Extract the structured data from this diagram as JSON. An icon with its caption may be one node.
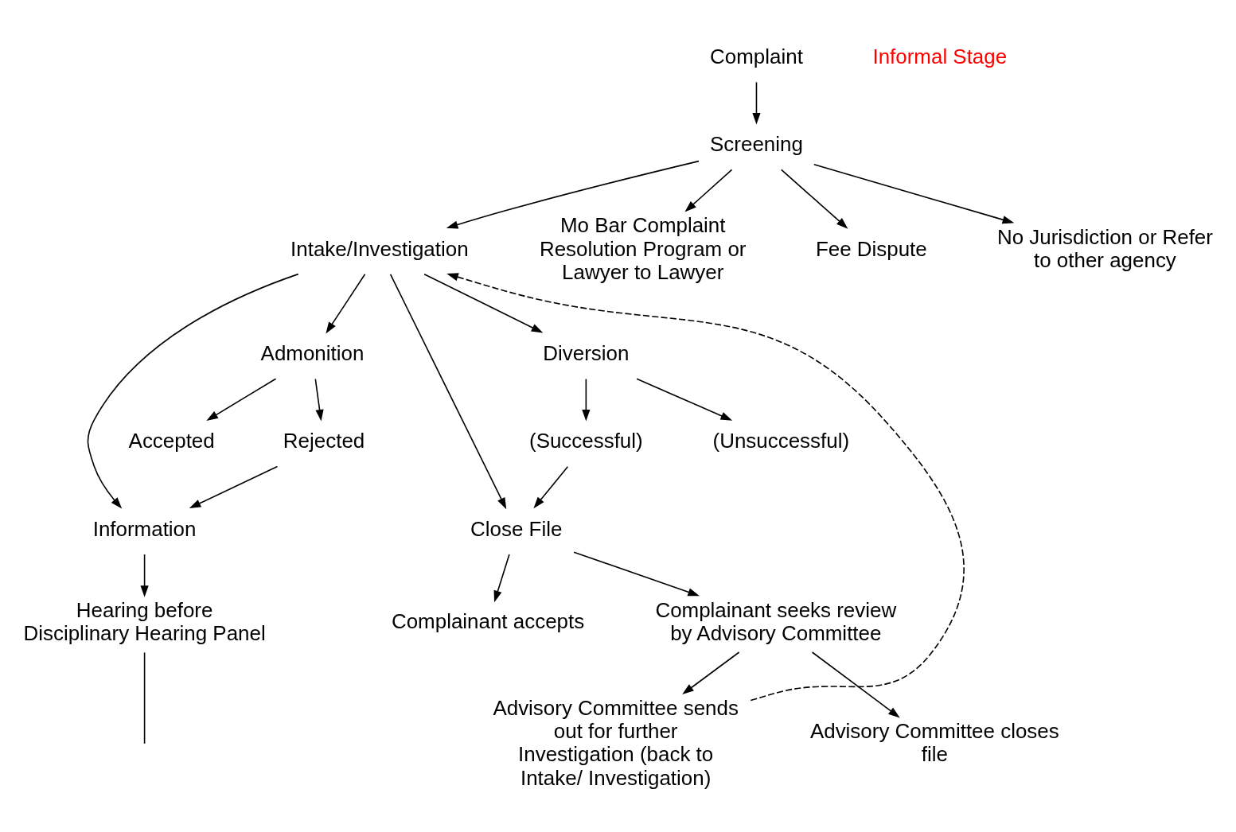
{
  "diagram": {
    "nodes": [
      {
        "text": [
          "Complaint"
        ]
      },
      {
        "text": [
          "Screening"
        ]
      },
      {
        "text": [
          "Intake/Investigation"
        ]
      },
      {
        "text": [
          "Mo Bar Complaint Resolution Program or Lawyer to Lawyer"
        ]
      },
      {
        "text": [
          "Fee Dispute"
        ]
      },
      {
        "text": [
          "No Jurisdiction or Refer to other agency"
        ]
      },
      {
        "text": [
          "Diversion"
        ]
      },
      {
        "text": [
          "(Unsuccessful)"
        ]
      },
      {
        "text": [
          "(Successful)"
        ]
      },
      {
        "text": [
          "Information"
        ]
      },
      {
        "text": [
          "Admonition"
        ]
      },
      {
        "text": [
          "Close File"
        ]
      },
      {
        "text": [
          "Rejected"
        ]
      },
      {
        "text": [
          "Accepted"
        ]
      },
      {
        "text": [
          "Complainant accepts"
        ]
      },
      {
        "text": [
          "Complainant seeks review by Advisory Committee"
        ]
      },
      {
        "text": [
          "Advisory Committee closes file"
        ]
      },
      {
        "text": [
          "Advisory Committee sends out for further Investigation (back to Intake/ Investigation)"
        ]
      },
      {
        "text": [
          "Hearing before Disciplinary Hearing Panel"
        ]
      }
    ],
    "edges": [
      {
        "from": 0,
        "to": 1,
        "arrow": "to"
      },
      {
        "from": 1,
        "to": 2,
        "arrow": "to"
      },
      {
        "from": 1,
        "to": 3,
        "arrow": "to"
      },
      {
        "from": 1,
        "to": 4,
        "arrow": "to"
      },
      {
        "from": 1,
        "to": 5,
        "arrow": "to"
      },
      {
        "from": 2,
        "to": 6,
        "arrow": "to"
      },
      {
        "from": 6,
        "to": 7,
        "arrow": "to"
      },
      {
        "from": 6,
        "to": 8,
        "arrow": "to"
      },
      {
        "from": 2,
        "to": 9,
        "arrow": "to"
      },
      {
        "from": 2,
        "to": 10,
        "arrow": "to"
      },
      {
        "from": 2,
        "to": 11,
        "arrow": "to"
      },
      {
        "from": 8,
        "to": 11,
        "arrow": "to"
      },
      {
        "from": 10,
        "to": 12,
        "arrow": "to"
      },
      {
        "from": 10,
        "to": 13,
        "arrow": "to"
      },
      {
        "from": 12,
        "to": 9,
        "arrow": "to"
      },
      {
        "from": 11,
        "to": 14,
        "arrow": "to"
      },
      {
        "from": 11,
        "to": 15,
        "arrow": "to"
      },
      {
        "from": 15,
        "to": 16,
        "arrow": "to"
      },
      {
        "from": 15,
        "to": 17,
        "arrow": "to"
      },
      {
        "from": 17,
        "to": 2,
        "arrow": "to",
        "style": "dashed"
      },
      {
        "from": 9,
        "to": 18,
        "arrow": "to"
      },
      {
        "from": 18,
        "to": null,
        "arrow": "none"
      }
    ],
    "labels": [
      "Informal Stage"
    ]
  }
}
